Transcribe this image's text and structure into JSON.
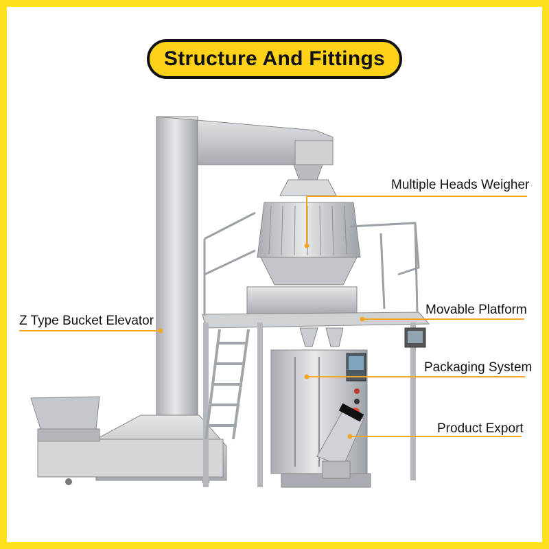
{
  "title": "Structure And Fittings",
  "labels": {
    "weigher": "Multiple Heads Weigher",
    "elevator": "Z Type Bucket Elevator",
    "platform": "Movable Platform",
    "packaging": "Packaging System",
    "export": "Product Export"
  },
  "colors": {
    "border": "#ffe21f",
    "pill": "#ffd21a",
    "accent_line": "#f5a623",
    "steel": "#c9ccd0"
  },
  "icons": [
    "machine-illustration"
  ]
}
